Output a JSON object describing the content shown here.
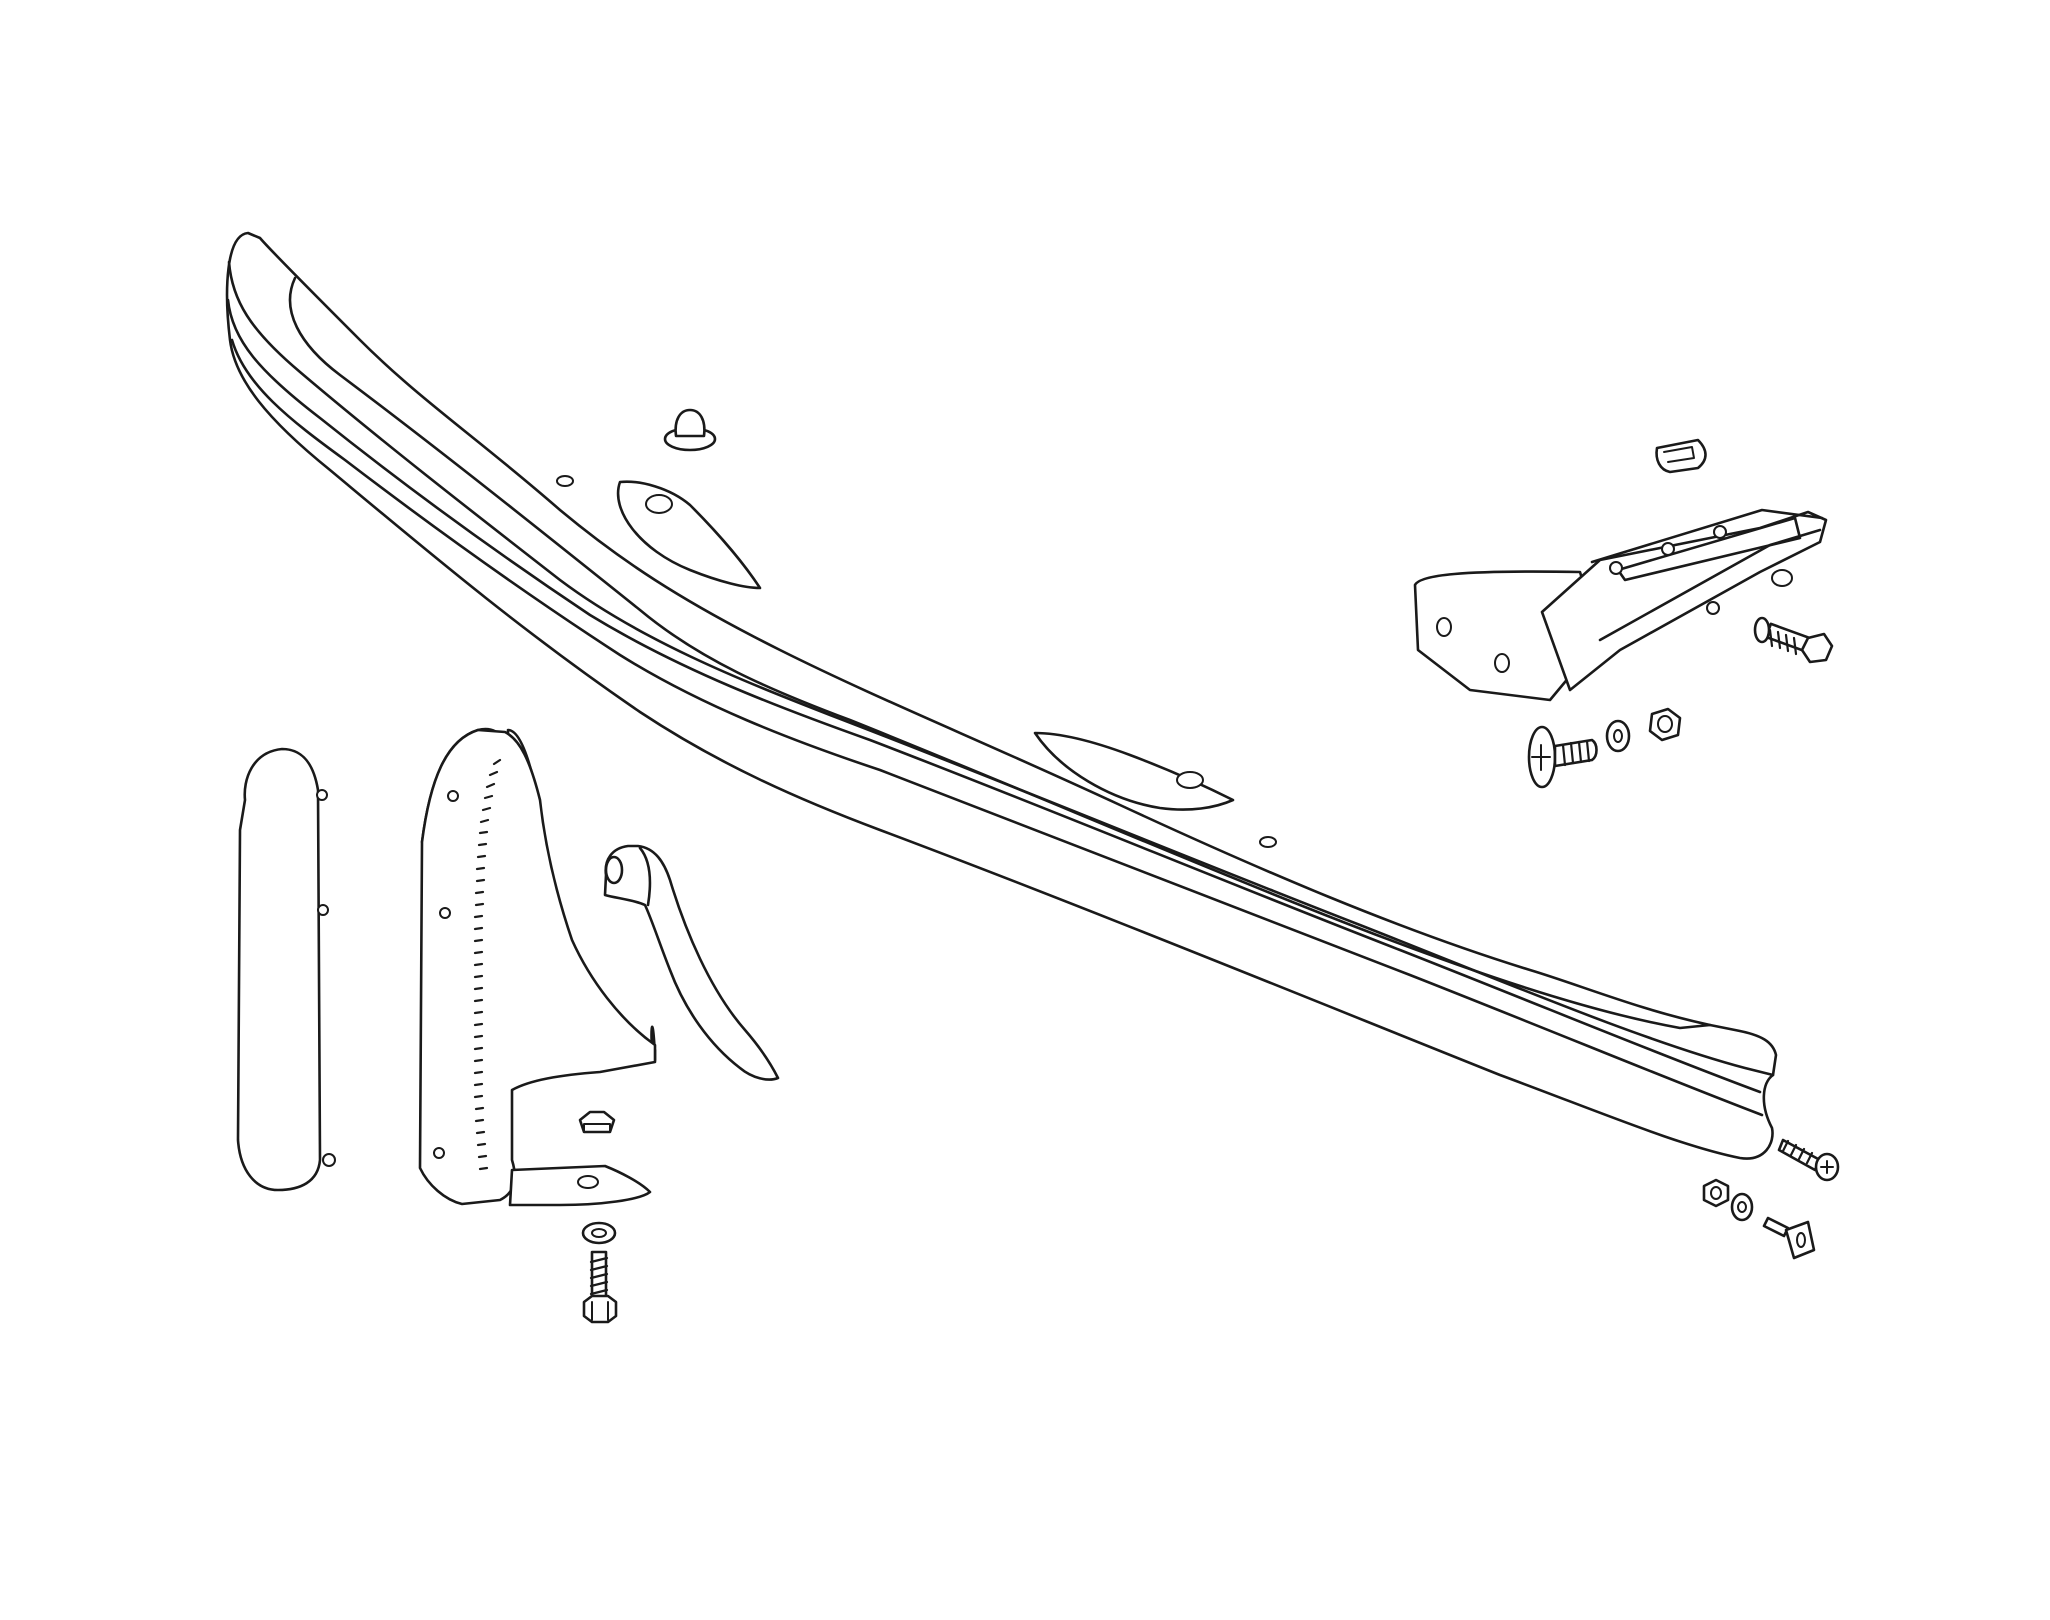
{
  "figure": {
    "type": "exploded parts illustration",
    "background_color": "#ffffff",
    "line_color": "#1a1a1a",
    "parts": [
      {
        "id": "bumper-bar",
        "icon": "bumper-bar-icon"
      },
      {
        "id": "overrider-boss-left",
        "icon": "overrider-boss-icon"
      },
      {
        "id": "overrider-boss-right",
        "icon": "overrider-boss-icon"
      },
      {
        "id": "rubber-buffer",
        "icon": "rubber-buffer-icon"
      },
      {
        "id": "mounting-bracket",
        "icon": "bracket-icon"
      },
      {
        "id": "spring-clip",
        "icon": "spring-clip-icon"
      },
      {
        "id": "bracket-bolt",
        "icon": "hex-bolt-icon"
      },
      {
        "id": "carriage-bolt",
        "icon": "carriage-bolt-icon"
      },
      {
        "id": "washer",
        "icon": "washer-icon"
      },
      {
        "id": "hex-nut",
        "icon": "hex-nut-icon"
      },
      {
        "id": "end-cap-trim",
        "icon": "end-cap-icon"
      },
      {
        "id": "corner-bracket",
        "icon": "corner-bracket-icon"
      },
      {
        "id": "tail-fin-trim",
        "icon": "tail-fin-icon"
      },
      {
        "id": "fin-nut",
        "icon": "hex-nut-icon"
      },
      {
        "id": "fin-washer",
        "icon": "washer-icon"
      },
      {
        "id": "fin-bolt",
        "icon": "threaded-bolt-icon"
      },
      {
        "id": "end-screw",
        "icon": "phillips-screw-icon"
      },
      {
        "id": "end-nut",
        "icon": "hex-nut-icon"
      },
      {
        "id": "end-washer",
        "icon": "washer-icon"
      },
      {
        "id": "square-head-bolt",
        "icon": "square-bolt-icon"
      }
    ]
  }
}
